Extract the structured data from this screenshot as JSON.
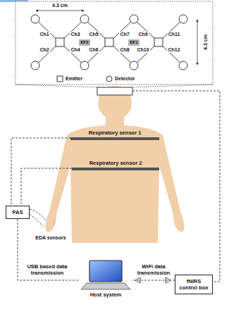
{
  "diagram": {
    "nodes": [
      {
        "text": [
          "EF2"
        ]
      },
      {
        "text": [
          "EF1"
        ]
      },
      {
        "text": [
          "Respiratory sensor 1"
        ]
      },
      {
        "text": [
          "Respiratory sensor 2"
        ]
      },
      {
        "text": [
          "PAS"
        ]
      },
      {
        "text": [
          "Host system"
        ]
      },
      {
        "text": [
          "fNIRS control box"
        ]
      }
    ],
    "edges": [
      {
        "from": 2,
        "to": 4,
        "arrow": "none"
      },
      {
        "from": 3,
        "to": 4,
        "arrow": "none"
      },
      {
        "from": 4,
        "to": 5,
        "label": "USB based data transmission",
        "arrow": "none"
      },
      {
        "from": 6,
        "to": 5,
        "label": "WiFi data transmission",
        "arrow": "none"
      }
    ],
    "labels": [
      "4.3 cm",
      "Ch1",
      "Ch2",
      "Ch3",
      "Ch4",
      "Ch5",
      "Ch6",
      "Ch7",
      "Ch8",
      "Ch9",
      "Ch10",
      "Ch11",
      "Ch12",
      "4.3 cm",
      "EDA sensors"
    ],
    "legend": [
      {
        "text": "Emitter"
      },
      {
        "text": "Detector"
      }
    ]
  }
}
